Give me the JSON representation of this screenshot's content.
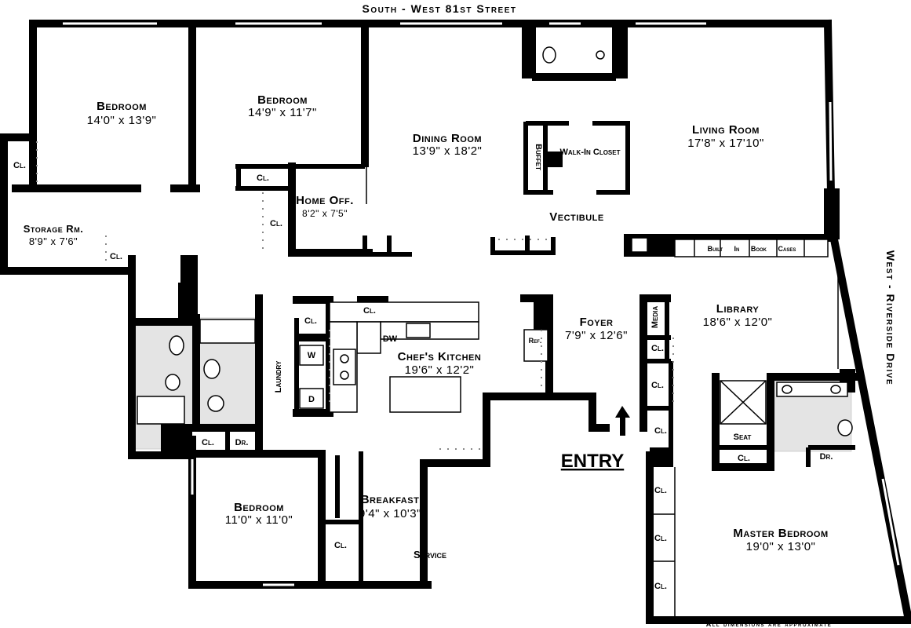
{
  "streets": {
    "top": "South - West 81st Street",
    "right": "West - Riverside Drive"
  },
  "rooms": {
    "bedroom_nw": {
      "name": "Bedroom",
      "dims": "14'0\" x 13'9\""
    },
    "bedroom_n": {
      "name": "Bedroom",
      "dims": "14'9\" x 11'7\""
    },
    "dining_room": {
      "name": "Dining Room",
      "dims": "13'9\" x 18'2\""
    },
    "living_room": {
      "name": "Living Room",
      "dims": "17'8\" x 17'10\""
    },
    "walk_in_closet": {
      "name": "Walk-In Closet"
    },
    "buffet": {
      "name": "Buffet"
    },
    "home_office": {
      "name": "Home Off.",
      "dims": "8'2\" x 7'5\""
    },
    "vestibule": {
      "name": "Vectibule"
    },
    "storage_room": {
      "name": "Storage Rm.",
      "dims": "8'9\" x 7'6\""
    },
    "built_in_book_cases": {
      "name": "Built In Book Cases"
    },
    "library": {
      "name": "Library",
      "dims": "18'6\" x 12'0\""
    },
    "foyer": {
      "name": "Foyer",
      "dims": "7'9\" x 12'6\""
    },
    "media": {
      "name": "Media"
    },
    "chefs_kitchen": {
      "name": "Chef's Kitchen",
      "dims": "19'6\" x 12'2\""
    },
    "laundry": {
      "name": "Laundry"
    },
    "bedroom_sw": {
      "name": "Bedroom",
      "dims": "11'0\" x 11'0\""
    },
    "breakfast": {
      "name": "Breakfast",
      "dims": "9'4\" x 10'3\""
    },
    "service": {
      "name": "Service"
    },
    "master_bedroom": {
      "name": "Master Bedroom",
      "dims": "19'0\" x 13'0\""
    }
  },
  "fixtures": {
    "closet": "Cl.",
    "dresser": "Dr.",
    "dishwasher": "DW",
    "washer": "W",
    "dryer": "D",
    "refrigerator": "Ref.",
    "seat": "Seat"
  },
  "entry": {
    "label": "ENTRY"
  },
  "footer_note": "All dimensions are approximate"
}
